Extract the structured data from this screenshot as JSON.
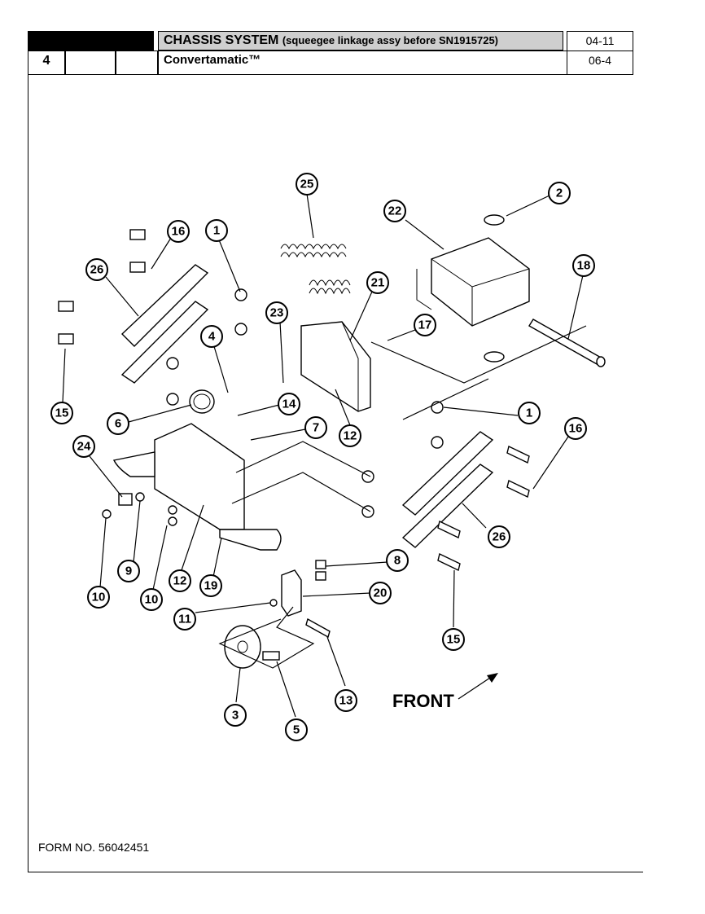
{
  "header": {
    "page_number": "4",
    "title": "CHASSIS SYSTEM",
    "title_suffix": "(squeegee linkage assy before SN1915725)",
    "subtitle": "Convertamatic™",
    "code_top": "04-11",
    "code_bottom": "06-4"
  },
  "diagram": {
    "callouts": [
      "25",
      "2",
      "22",
      "16",
      "1",
      "18",
      "26",
      "21",
      "23",
      "17",
      "4",
      "15",
      "1",
      "14",
      "6",
      "7",
      "12",
      "16",
      "24",
      "26",
      "8",
      "9",
      "10",
      "12",
      "19",
      "20",
      "10",
      "11",
      "15",
      "3",
      "13",
      "5"
    ],
    "front_label": "FRONT"
  },
  "footer": {
    "form_number": "FORM NO. 56042451"
  }
}
